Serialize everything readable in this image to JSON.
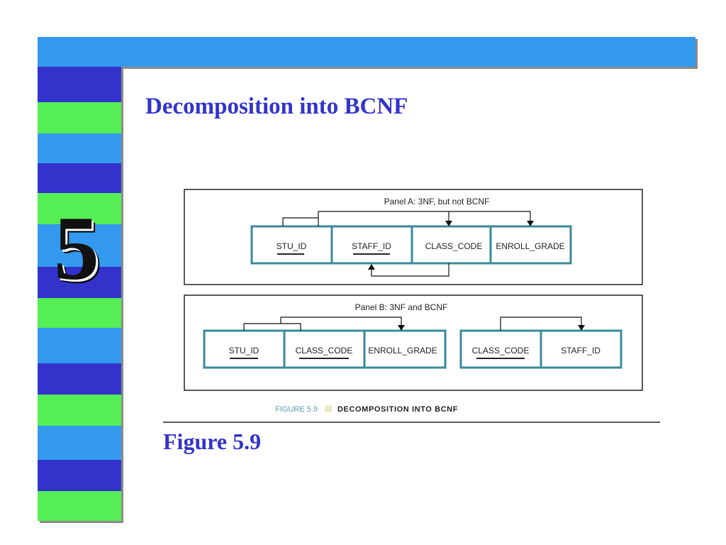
{
  "slide": {
    "chapter_number": "5",
    "title": "Decomposition into BCNF",
    "figure_title": "Figure 5.9"
  },
  "colors": {
    "top_bar": "#3399ee",
    "stripe_dark_blue": "#3333cc",
    "stripe_green": "#55ee55",
    "stripe_light_blue": "#3399ee",
    "title_text": "#3333cc",
    "table_border": "#3a8a9a"
  },
  "diagram": {
    "panel_a": {
      "label": "Panel A: 3NF, but not BCNF",
      "attributes": [
        {
          "name": "STU_ID",
          "key": true
        },
        {
          "name": "STAFF_ID",
          "key": true
        },
        {
          "name": "CLASS_CODE",
          "key": false
        },
        {
          "name": "ENROLL_GRADE",
          "key": false
        }
      ]
    },
    "panel_b": {
      "label": "Panel B: 3NF and BCNF",
      "table1": [
        {
          "name": "STU_ID",
          "key": true
        },
        {
          "name": "CLASS_CODE",
          "key": true
        },
        {
          "name": "ENROLL_GRADE",
          "key": false
        }
      ],
      "table2": [
        {
          "name": "CLASS_CODE",
          "key": true
        },
        {
          "name": "STAFF_ID",
          "key": false
        }
      ]
    },
    "caption": {
      "figure_num": "FIGURE 5.9",
      "text": "DECOMPOSITION INTO BCNF"
    }
  }
}
